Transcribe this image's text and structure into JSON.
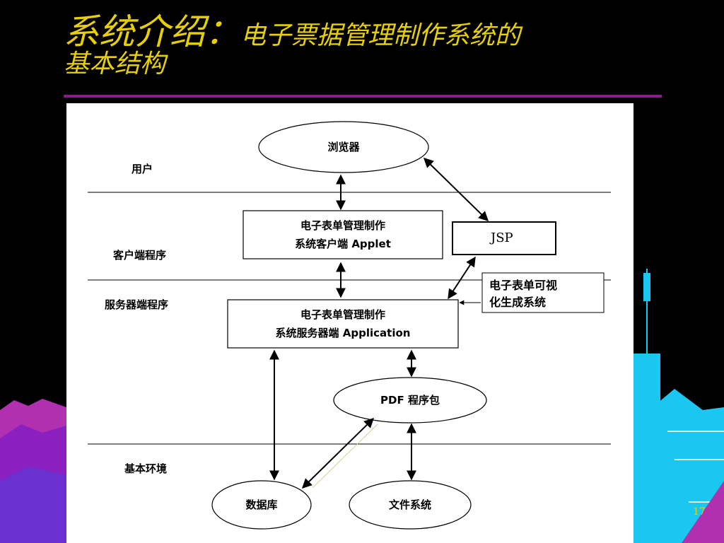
{
  "slide": {
    "title_main": "系统介绍：",
    "title_sub": "电子票据管理制作系统的",
    "title_line2": "基本结构",
    "page_number": "17"
  },
  "diagram": {
    "tiers": {
      "user": "用户",
      "client": "客户端程序",
      "server": "服务器端程序",
      "base": "基本环境"
    },
    "nodes": {
      "browser": "浏览器",
      "client_box_line1": "电子表单管理制作",
      "client_box_line2": "系统客户端 Applet",
      "server_box_line1": "电子表单管理制作",
      "server_box_line2": "系统服务器端 Application",
      "jsp": "JSP",
      "pdf": "PDF 程序包",
      "database": "数据库",
      "filesystem": "文件系统",
      "callout_line1": "电子表单可视",
      "callout_line2": "化生成系统"
    }
  },
  "colors": {
    "background": "#000000",
    "title": "#e8d000",
    "rule": "#8a1a8a",
    "panel": "#ffffff",
    "pagoda": "#19c7f0"
  }
}
